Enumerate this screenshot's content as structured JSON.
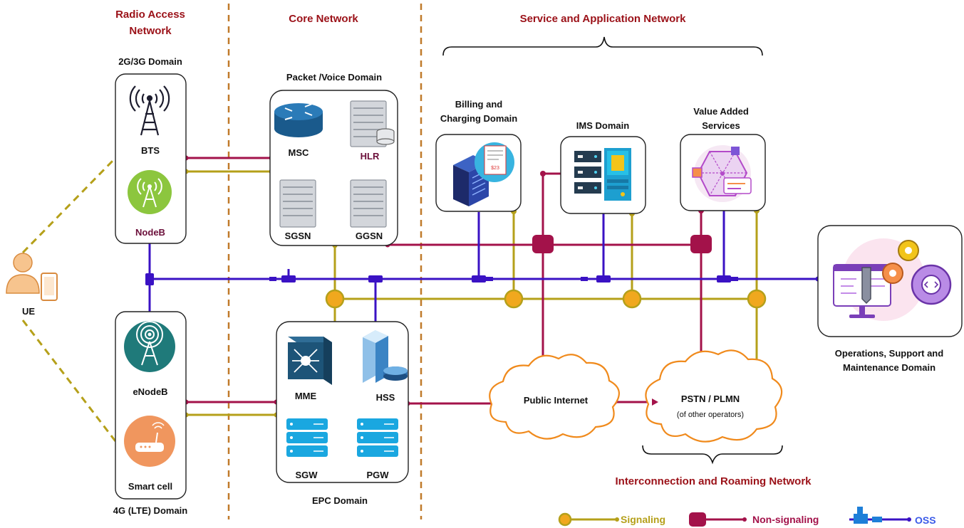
{
  "sections": {
    "radio_access_line1": "Radio Access",
    "radio_access_line2": "Network",
    "core_network": "Core Network",
    "service_app_network": "Service and Application Network",
    "interconnection_roaming": "Interconnection and Roaming Network"
  },
  "domains": {
    "g23": "2G/3G Domain",
    "lte": "4G (LTE) Domain",
    "packet_voice": "Packet /Voice Domain",
    "epc": "EPC Domain",
    "billing_line1": "Billing and",
    "billing_line2": "Charging Domain",
    "ims": "IMS Domain",
    "vas_line1": "Value Added",
    "vas_line2": "Services",
    "oss_line1": "Operations, Support and",
    "oss_line2": "Maintenance Domain"
  },
  "nodes": {
    "bts": "BTS",
    "nodeb": "NodeB",
    "enodeb": "eNodeB",
    "smartcell": "Smart cell",
    "ue": "UE",
    "msc": "MSC",
    "hlr": "HLR",
    "sgsn": "SGSN",
    "ggsn": "GGSN",
    "mme": "MME",
    "hss": "HSS",
    "sgw": "SGW",
    "pgw": "PGW",
    "public_internet": "Public Internet",
    "pstn": "PSTN / PLMN",
    "pstn_sub": "(of other operators)",
    "bill_price": "$23"
  },
  "legend": {
    "signaling": "Signaling",
    "non_signaling": "Non-signaling",
    "oss": "OSS"
  },
  "colors": {
    "signaling": "#b5a01a",
    "non_signaling": "#a3124a",
    "oss": "#3a12c4",
    "section_title": "#9b1118",
    "divider": "#c07a2a",
    "cloud_stroke": "#f08a1c",
    "junction_fill": "#f0a81e"
  }
}
